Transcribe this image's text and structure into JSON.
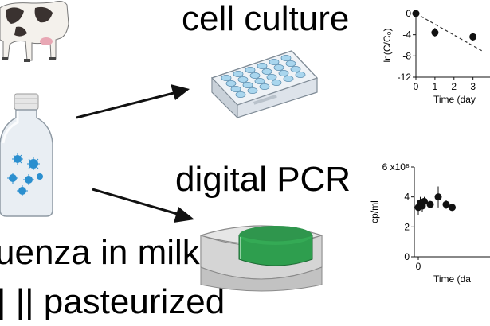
{
  "labels": {
    "cell_culture": "cell culture",
    "digital_pcr": "digital PCR",
    "line1": "uenza in milk",
    "line2": "| || pasteurized"
  },
  "icons": {
    "cow": "cow-icon",
    "milk_bottle": "milk-bottle-icon",
    "well_plate": "well-plate-icon",
    "dpcr_cartridge": "dpcr-cartridge-icon"
  },
  "colors": {
    "plate_wells": "#a9d6ee",
    "dpcr_green": "#2e9e4e",
    "virus": "#2b8fcf"
  },
  "chart_data": [
    {
      "type": "scatter",
      "ylabel": "ln(C/C₀)",
      "xlabel": "Time (day",
      "yticks": [
        "0",
        "-4",
        "-8",
        "-12"
      ],
      "xticks": [
        "0",
        "1",
        "2",
        "3"
      ],
      "xlim": [
        0,
        3.6
      ],
      "ylim": [
        -12,
        0
      ],
      "points": [
        {
          "x": 0,
          "y": 0,
          "err": 0.3
        },
        {
          "x": 1,
          "y": -3.6,
          "err": 0.9
        },
        {
          "x": 3,
          "y": -4.4,
          "err": 0.8
        }
      ],
      "trend": {
        "x": [
          0,
          3.6
        ],
        "y": [
          0,
          -7.3
        ],
        "style": "dashed"
      }
    },
    {
      "type": "scatter",
      "ylabel": "cp/ml",
      "xlabel": "Time (da",
      "yticks": [
        "6 x10⁸",
        "4",
        "2",
        "0"
      ],
      "xticks": [
        "0"
      ],
      "xlim": [
        -0.2,
        3.6
      ],
      "ylim": [
        0,
        6
      ],
      "points": [
        {
          "x": 0.0,
          "y": 3.3,
          "err": 0.5
        },
        {
          "x": 0.1,
          "y": 3.6,
          "err": 0.4
        },
        {
          "x": 0.2,
          "y": 3.4,
          "err": 0.4
        },
        {
          "x": 0.3,
          "y": 3.7,
          "err": 0.3
        },
        {
          "x": 0.6,
          "y": 3.5,
          "err": 0.2
        },
        {
          "x": 1.0,
          "y": 4.0,
          "err": 0.7
        },
        {
          "x": 1.4,
          "y": 3.5,
          "err": 0.3
        },
        {
          "x": 1.7,
          "y": 3.3,
          "err": 0.2
        }
      ]
    }
  ]
}
